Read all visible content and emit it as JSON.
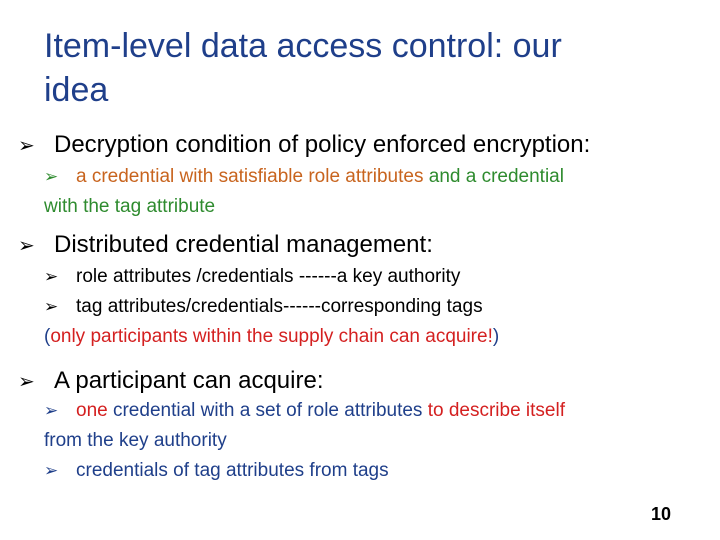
{
  "slide": {
    "title_line1": "Item-level data access control:  our",
    "title_line2": "idea",
    "bullet1": {
      "text": "Decryption condition of policy enforced encryption:",
      "sub1_part1": "a credential with satisfiable role attributes",
      "sub1_part2": " and a credential",
      "sub1_part3": "with the tag attribute"
    },
    "bullet2": {
      "text": "Distributed credential management:",
      "sub1": "role attributes /credentials ------a key authority",
      "sub2": "tag attributes/credentials------corresponding tags",
      "note_open": "(",
      "note_text": "only participants within the supply chain can acquire!",
      "note_close": ")"
    },
    "bullet3": {
      "text": "A participant can acquire:",
      "sub1_part1": "one",
      "sub1_part2": " credential with a set of role attributes ",
      "sub1_part3": "to describe itself",
      "sub1_part4": "from the key authority",
      "sub2": "credentials of tag attributes from tags"
    },
    "page_number": "10",
    "arrow_glyph": "➢"
  },
  "colors": {
    "title": "#1f3f8a",
    "green": "#2e8b2e",
    "orange": "#c8641e",
    "red": "#d42020"
  }
}
